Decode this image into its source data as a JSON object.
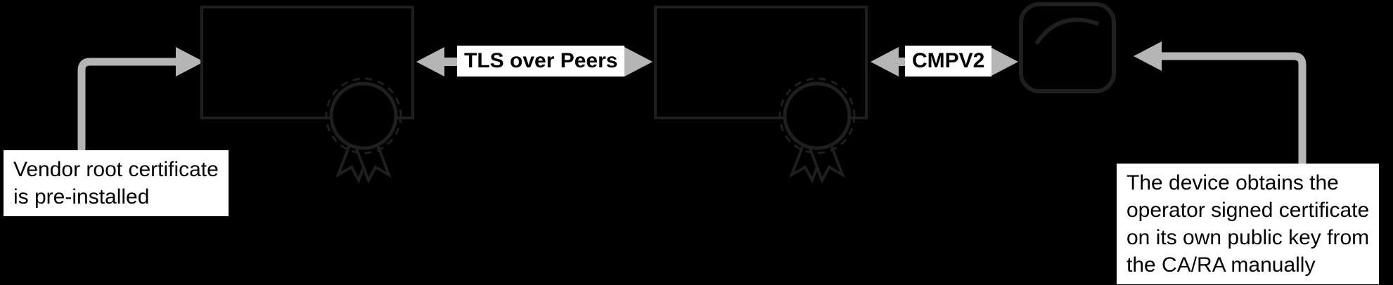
{
  "colors": {
    "background": "#000000",
    "arrow": "#b5b5b5",
    "shape_outline": "#1f1f1f",
    "label_bg": "#ffffff",
    "label_text": "#000000"
  },
  "labels": {
    "tls": "TLS over Peers",
    "cmpv2": "CMPV2"
  },
  "notes": {
    "vendor": "Vendor root certificate\nis pre-installed",
    "device": "The device obtains the\noperator signed certificate\non its own public key from\nthe CA/RA manually"
  },
  "icons": {
    "certificate_icon": "rosette-award-medal",
    "device_icon": "rounded-square-device-with-signal-arc",
    "vendor_arrow_icon": "elbow-arrow-up-right",
    "tls_arrow_icon": "double-headed-arrow",
    "cmpv2_arrow_icon": "double-headed-arrow",
    "device_arrow_icon": "elbow-arrow-up-left"
  }
}
